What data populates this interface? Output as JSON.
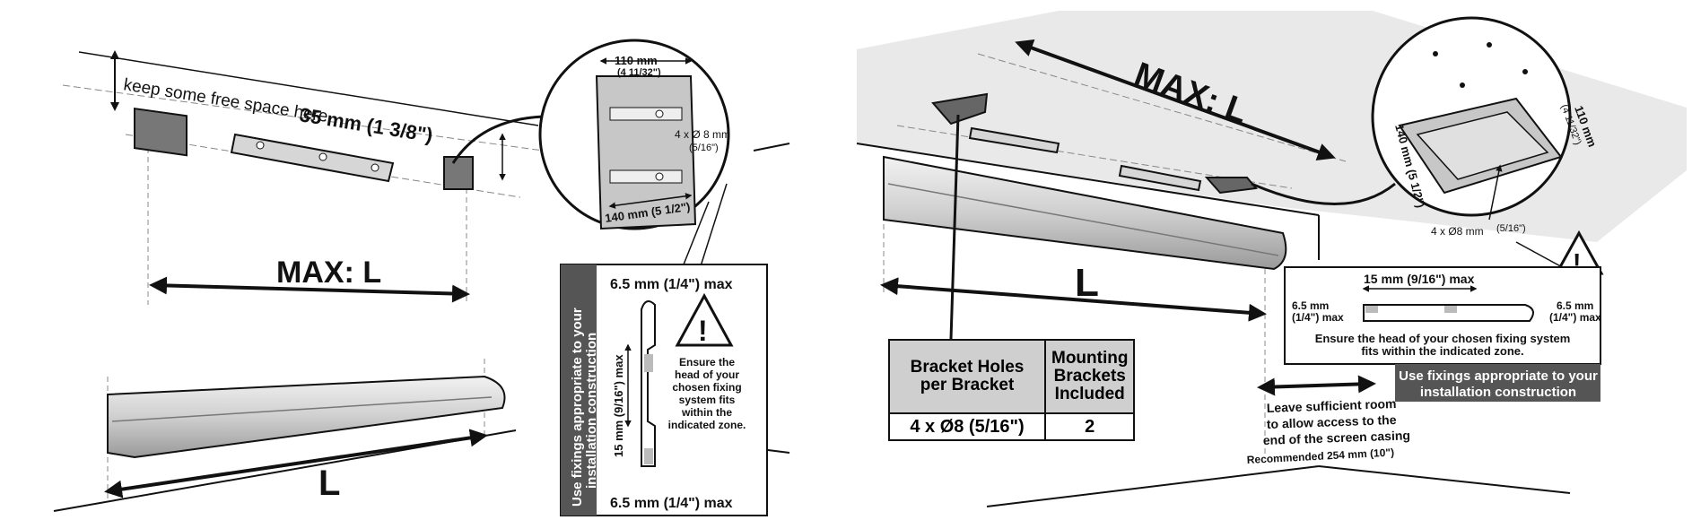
{
  "left_diagram": {
    "free_space_label": "keep some free space here",
    "free_space_value": "35 mm (1 3/8\")",
    "max_label": "MAX: L",
    "length_label": "L",
    "detail_width_top": "110 mm",
    "detail_width_top_inch": "(4 11/32\")",
    "detail_holes": "4 x Ø 8 mm",
    "detail_holes_inch": "(5/16\")",
    "detail_width_bottom": "140 mm (5 1/2\")",
    "fixing_banner_line1": "Use fixings appropriate to your",
    "fixing_banner_line2": "installation construction",
    "max_head_top": "6.5 mm (1/4\") max",
    "max_head_bottom": "6.5 mm (1/4\") max",
    "slot_width": "15 mm (9/16\") max",
    "warning_text": [
      "Ensure the",
      "head of your",
      "chosen fixing",
      "system fits",
      "within the",
      "indicated zone."
    ]
  },
  "right_diagram": {
    "max_label": "MAX: L",
    "length_label": "L",
    "detail_width_side": "110 mm",
    "detail_width_side_inch": "(4 11/32\")",
    "detail_width_bottom": "140 mm (5 1/2\")",
    "detail_holes": "4 x Ø8 mm",
    "detail_holes_inch": "(5/16\")",
    "slot_width": "15 mm (9/16\") max",
    "head_left_value": "6.5 mm",
    "head_left_inch": "(1/4\") max",
    "head_right_value": "6.5 mm",
    "head_right_inch": "(1/4\") max",
    "warning_line1": "Ensure the head of your chosen fixing system",
    "warning_line2": "fits within the indicated zone.",
    "fixing_banner_line1": "Use fixings appropriate to your",
    "fixing_banner_line2": "installation construction",
    "access_note": [
      "Leave sufficient room",
      "to allow access to the",
      "end of the screen casing"
    ],
    "recommended_note": "Recommended 254 mm (10\")"
  },
  "table": {
    "headers": [
      "Bracket Holes per Bracket",
      "Mounting Brackets Included"
    ],
    "rows": [
      [
        "4 x Ø8 (5/16\")",
        "2"
      ]
    ]
  },
  "colors": {
    "banner": "#555555",
    "ceiling": "#e9e9e9",
    "part_gray": "#a8a8a8",
    "line": "#111111"
  }
}
